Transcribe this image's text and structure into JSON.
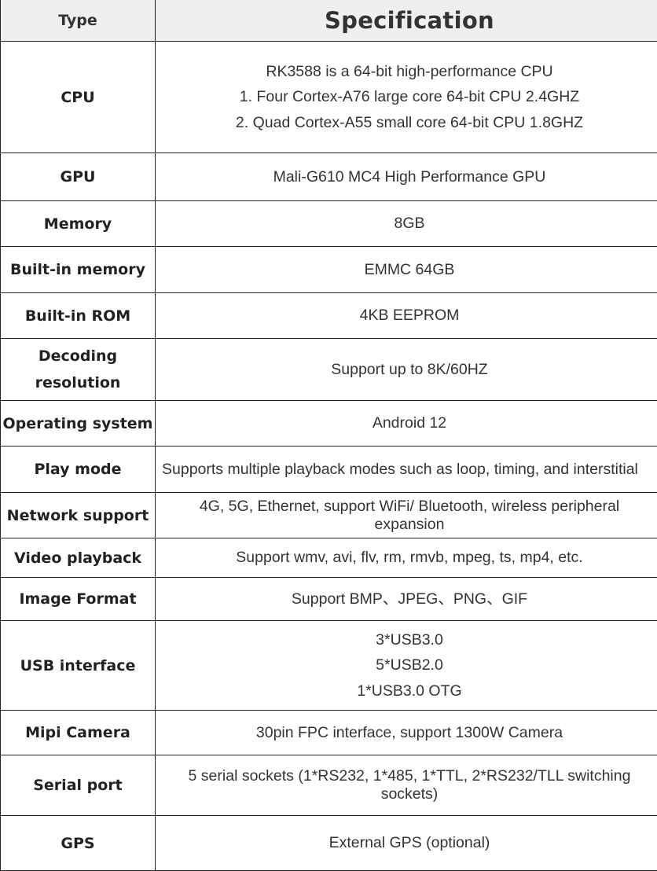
{
  "header": {
    "type": "Type",
    "spec": "Specification"
  },
  "rows": [
    {
      "type": "CPU",
      "spec": [
        "RK3588 is a 64-bit high-performance CPU",
        "1. Four Cortex-A76 large core 64-bit CPU 2.4GHZ",
        "2. Quad Cortex-A55 small core 64-bit CPU 1.8GHZ"
      ]
    },
    {
      "type": "GPU",
      "spec": "Mali-G610 MC4 High Performance GPU"
    },
    {
      "type": "Memory",
      "spec": "8GB"
    },
    {
      "type": "Built-in memory",
      "spec": "EMMC 64GB"
    },
    {
      "type": "Built-in ROM",
      "spec": "4KB EEPROM"
    },
    {
      "type": [
        "Decoding",
        "resolution"
      ],
      "spec": "Support up to 8K/60HZ"
    },
    {
      "type": "Operating system",
      "spec": "Android 12"
    },
    {
      "type": "Play mode",
      "spec": "Supports multiple playback modes such as loop, timing, and interstitial"
    },
    {
      "type": "Network support",
      "spec": [
        "4G, 5G, Ethernet, support WiFi/ Bluetooth, wireless peripheral",
        "expansion"
      ]
    },
    {
      "type": "Video playback",
      "spec": "Support wmv, avi, flv, rm, rmvb, mpeg, ts, mp4, etc."
    },
    {
      "type": "Image Format",
      "spec": "Support BMP、JPEG、PNG、GIF"
    },
    {
      "type": "USB interface",
      "spec": [
        "3*USB3.0",
        "5*USB2.0",
        "1*USB3.0 OTG"
      ]
    },
    {
      "type": "Mipi Camera",
      "spec": "30pin FPC interface, support 1300W Camera"
    },
    {
      "type": "Serial port",
      "spec": [
        "5 serial sockets (1*RS232, 1*485, 1*TTL, 2*RS232/TLL switching",
        "sockets)"
      ]
    },
    {
      "type": "GPS",
      "spec": "External GPS (optional)"
    }
  ]
}
